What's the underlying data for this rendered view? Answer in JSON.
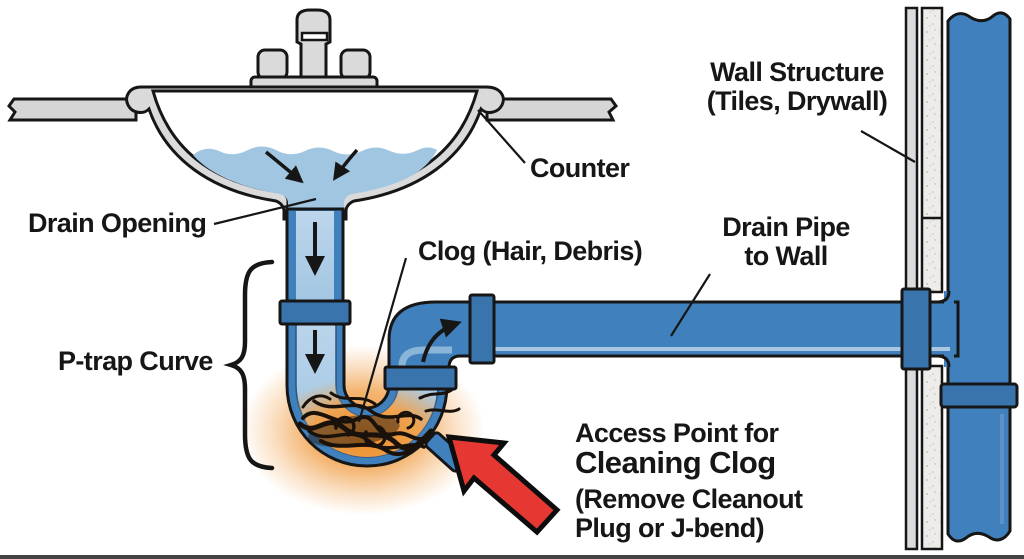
{
  "diagram": {
    "title_context": "Sink P-trap plumbing diagram",
    "labels": {
      "drain_opening": "Drain Opening",
      "counter": "Counter",
      "clog": "Clog (Hair, Debris)",
      "wall_structure_line1": "Wall Structure",
      "wall_structure_line2": "(Tiles, Drywall)",
      "drain_pipe_line1": "Drain Pipe",
      "drain_pipe_line2": "to Wall",
      "p_trap": "P-trap Curve",
      "access_line1": "Access Point for",
      "access_line2": "Cleaning Clog",
      "access_line3": "(Remove Cleanout",
      "access_line4": "Plug or J-bend)"
    },
    "icons": {
      "red_arrow": "red-arrow-icon pointing to cleanout access at P-trap",
      "flow_arrows": "black flow-direction arrows",
      "brace": "curly-brace marking P-trap curve"
    },
    "colors": {
      "outline": "#161616",
      "counter_gray": "#d6d6d6",
      "fixture_gray": "#dadada",
      "water_blue": "#a0c6e2",
      "pipe_blue": "#4080bc",
      "pipe_dark": "#3a74ad",
      "pipe_interior": "#aacbe6",
      "drywall": "#edece8",
      "tile_gray": "#dcdcdc",
      "glow_orange": "#f09a3e",
      "clog_black": "#1a120a",
      "arrow_red": "#e63832",
      "label_color": "#161616"
    }
  }
}
